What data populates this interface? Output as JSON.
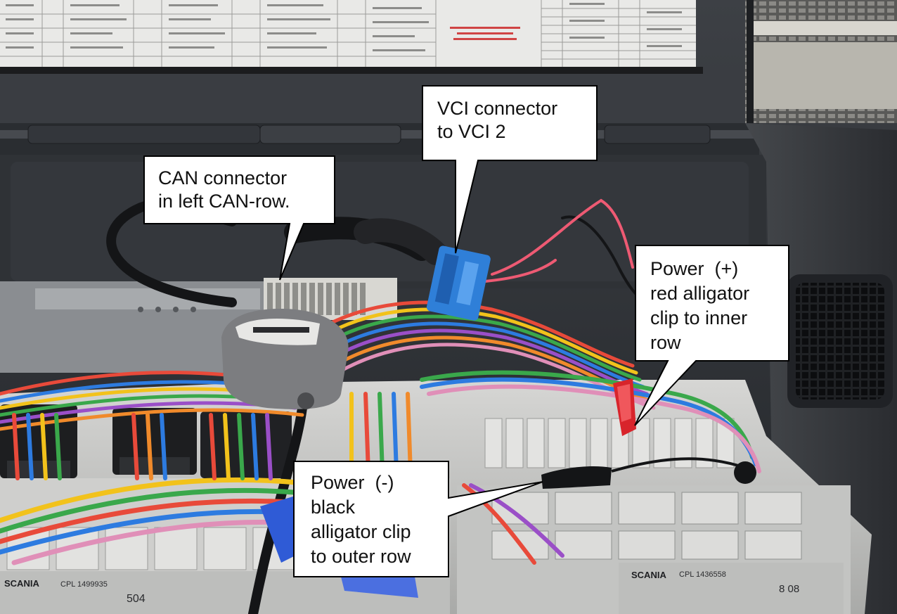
{
  "callouts": {
    "can_connector": {
      "lines": [
        "CAN connector",
        "in left CAN-row."
      ]
    },
    "vci_connector": {
      "lines": [
        "VCI connector",
        "to VCI 2"
      ]
    },
    "power_plus": {
      "lines": [
        "Power  (+)",
        "red alligator",
        "clip to inner",
        "row"
      ]
    },
    "power_minus": {
      "lines": [
        "Power  (-)",
        "black",
        "alligator clip",
        "to outer row"
      ]
    }
  },
  "printed_labels": {
    "left_panel": {
      "brand": "SCANIA",
      "part": "CPL 1499935",
      "code": "504"
    },
    "right_panel": {
      "brand": "SCANIA",
      "part": "CPL 1436558",
      "code": "8 08"
    }
  },
  "colors": {
    "callout_fill": "#ffffff",
    "callout_border": "#000000",
    "blue_connector": "#2f7fd8",
    "red_clip": "#d8242b",
    "fuse_box": "#c8c8c6"
  }
}
